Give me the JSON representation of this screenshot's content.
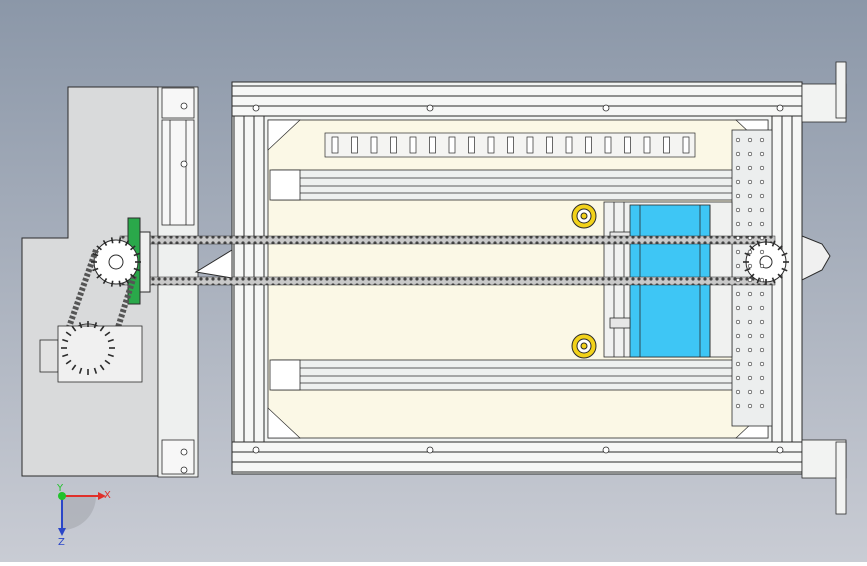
{
  "viewport": {
    "background_top": "#8b97a8",
    "background_bottom": "#c9ccd4"
  },
  "triad": {
    "x_label": "X",
    "y_label": "Y",
    "z_label": "Z",
    "x_color": "#e0302a",
    "y_color": "#22c22c",
    "z_color": "#2a46c8"
  },
  "drawing": {
    "line_color": "#2b2b2b",
    "frame_fill": "#f2f4f3",
    "bed_fill": "#fbf8e6",
    "housing_fill": "#d9dadb",
    "carriage_blue": "#3ec6f5",
    "bearing_yellow": "#f2d21a",
    "green_part": "#2aa84a",
    "chain_count": 2,
    "sprocket_count": 3
  }
}
